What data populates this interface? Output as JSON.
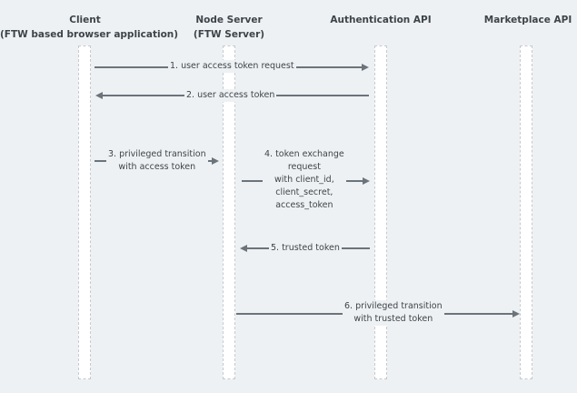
{
  "participants": {
    "client": {
      "line1": "Client",
      "line2": "(FTW based browser application)"
    },
    "node_server": {
      "line1": "Node Server",
      "line2": "(FTW Server)"
    },
    "auth_api": {
      "line1": "Authentication API"
    },
    "marketplace_api": {
      "line1": "Marketplace API"
    }
  },
  "messages": [
    {
      "from": "client",
      "to": "auth_api",
      "lines": [
        "1. user access token request"
      ]
    },
    {
      "from": "auth_api",
      "to": "client",
      "lines": [
        "2. user access token"
      ]
    },
    {
      "from": "client",
      "to": "node_server",
      "lines": [
        "3. privileged transition",
        "with access token"
      ]
    },
    {
      "from": "node_server",
      "to": "auth_api",
      "lines": [
        "4. token exchange",
        "request",
        "with client_id,",
        "client_secret,",
        "access_token"
      ]
    },
    {
      "from": "auth_api",
      "to": "node_server",
      "lines": [
        "5. trusted token"
      ]
    },
    {
      "from": "node_server",
      "to": "marketplace_api",
      "lines": [
        "6. privileged transition",
        "with trusted token"
      ]
    }
  ],
  "colors": {
    "line": "#6b747b",
    "lifeline_border": "#c5cacf",
    "background": "#eef1f3"
  }
}
